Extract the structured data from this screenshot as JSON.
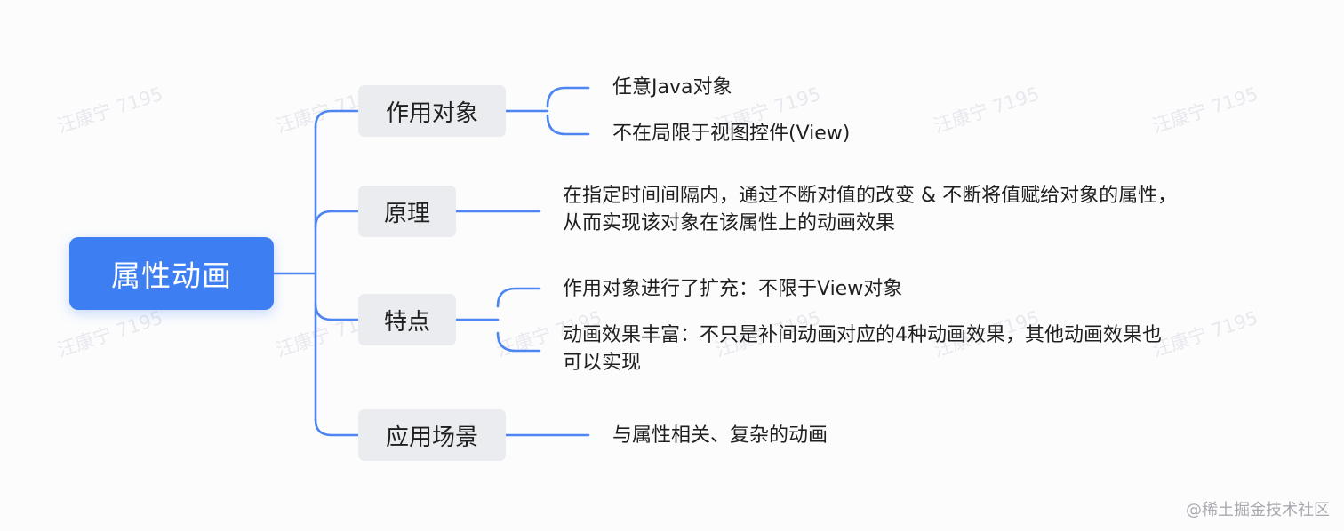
{
  "mindmap": {
    "root": {
      "label": "属性动画"
    },
    "branches": [
      {
        "label": "作用对象",
        "children": [
          {
            "lines": [
              "任意Java对象"
            ]
          },
          {
            "lines": [
              "不在局限于视图控件(View)"
            ]
          }
        ]
      },
      {
        "label": "原理",
        "children": [
          {
            "lines": [
              "在指定时间间隔内，通过不断对值的改变 & 不断将值赋给对象的属性，",
              "从而实现该对象在该属性上的动画效果"
            ]
          }
        ]
      },
      {
        "label": "特点",
        "children": [
          {
            "lines": [
              "作用对象进行了扩充：不限于View对象"
            ]
          },
          {
            "lines": [
              "动画效果丰富：不只是补间动画对应的4种动画效果，其他动画效果也",
              "可以实现"
            ]
          }
        ]
      },
      {
        "label": "应用场景",
        "children": [
          {
            "lines": [
              "与属性相关、复杂的动画"
            ]
          }
        ]
      }
    ],
    "line_color": "#4d86f0"
  },
  "watermark": {
    "text": "汪康宁 7195"
  },
  "footer": {
    "credit": "@稀土掘金技术社区"
  }
}
